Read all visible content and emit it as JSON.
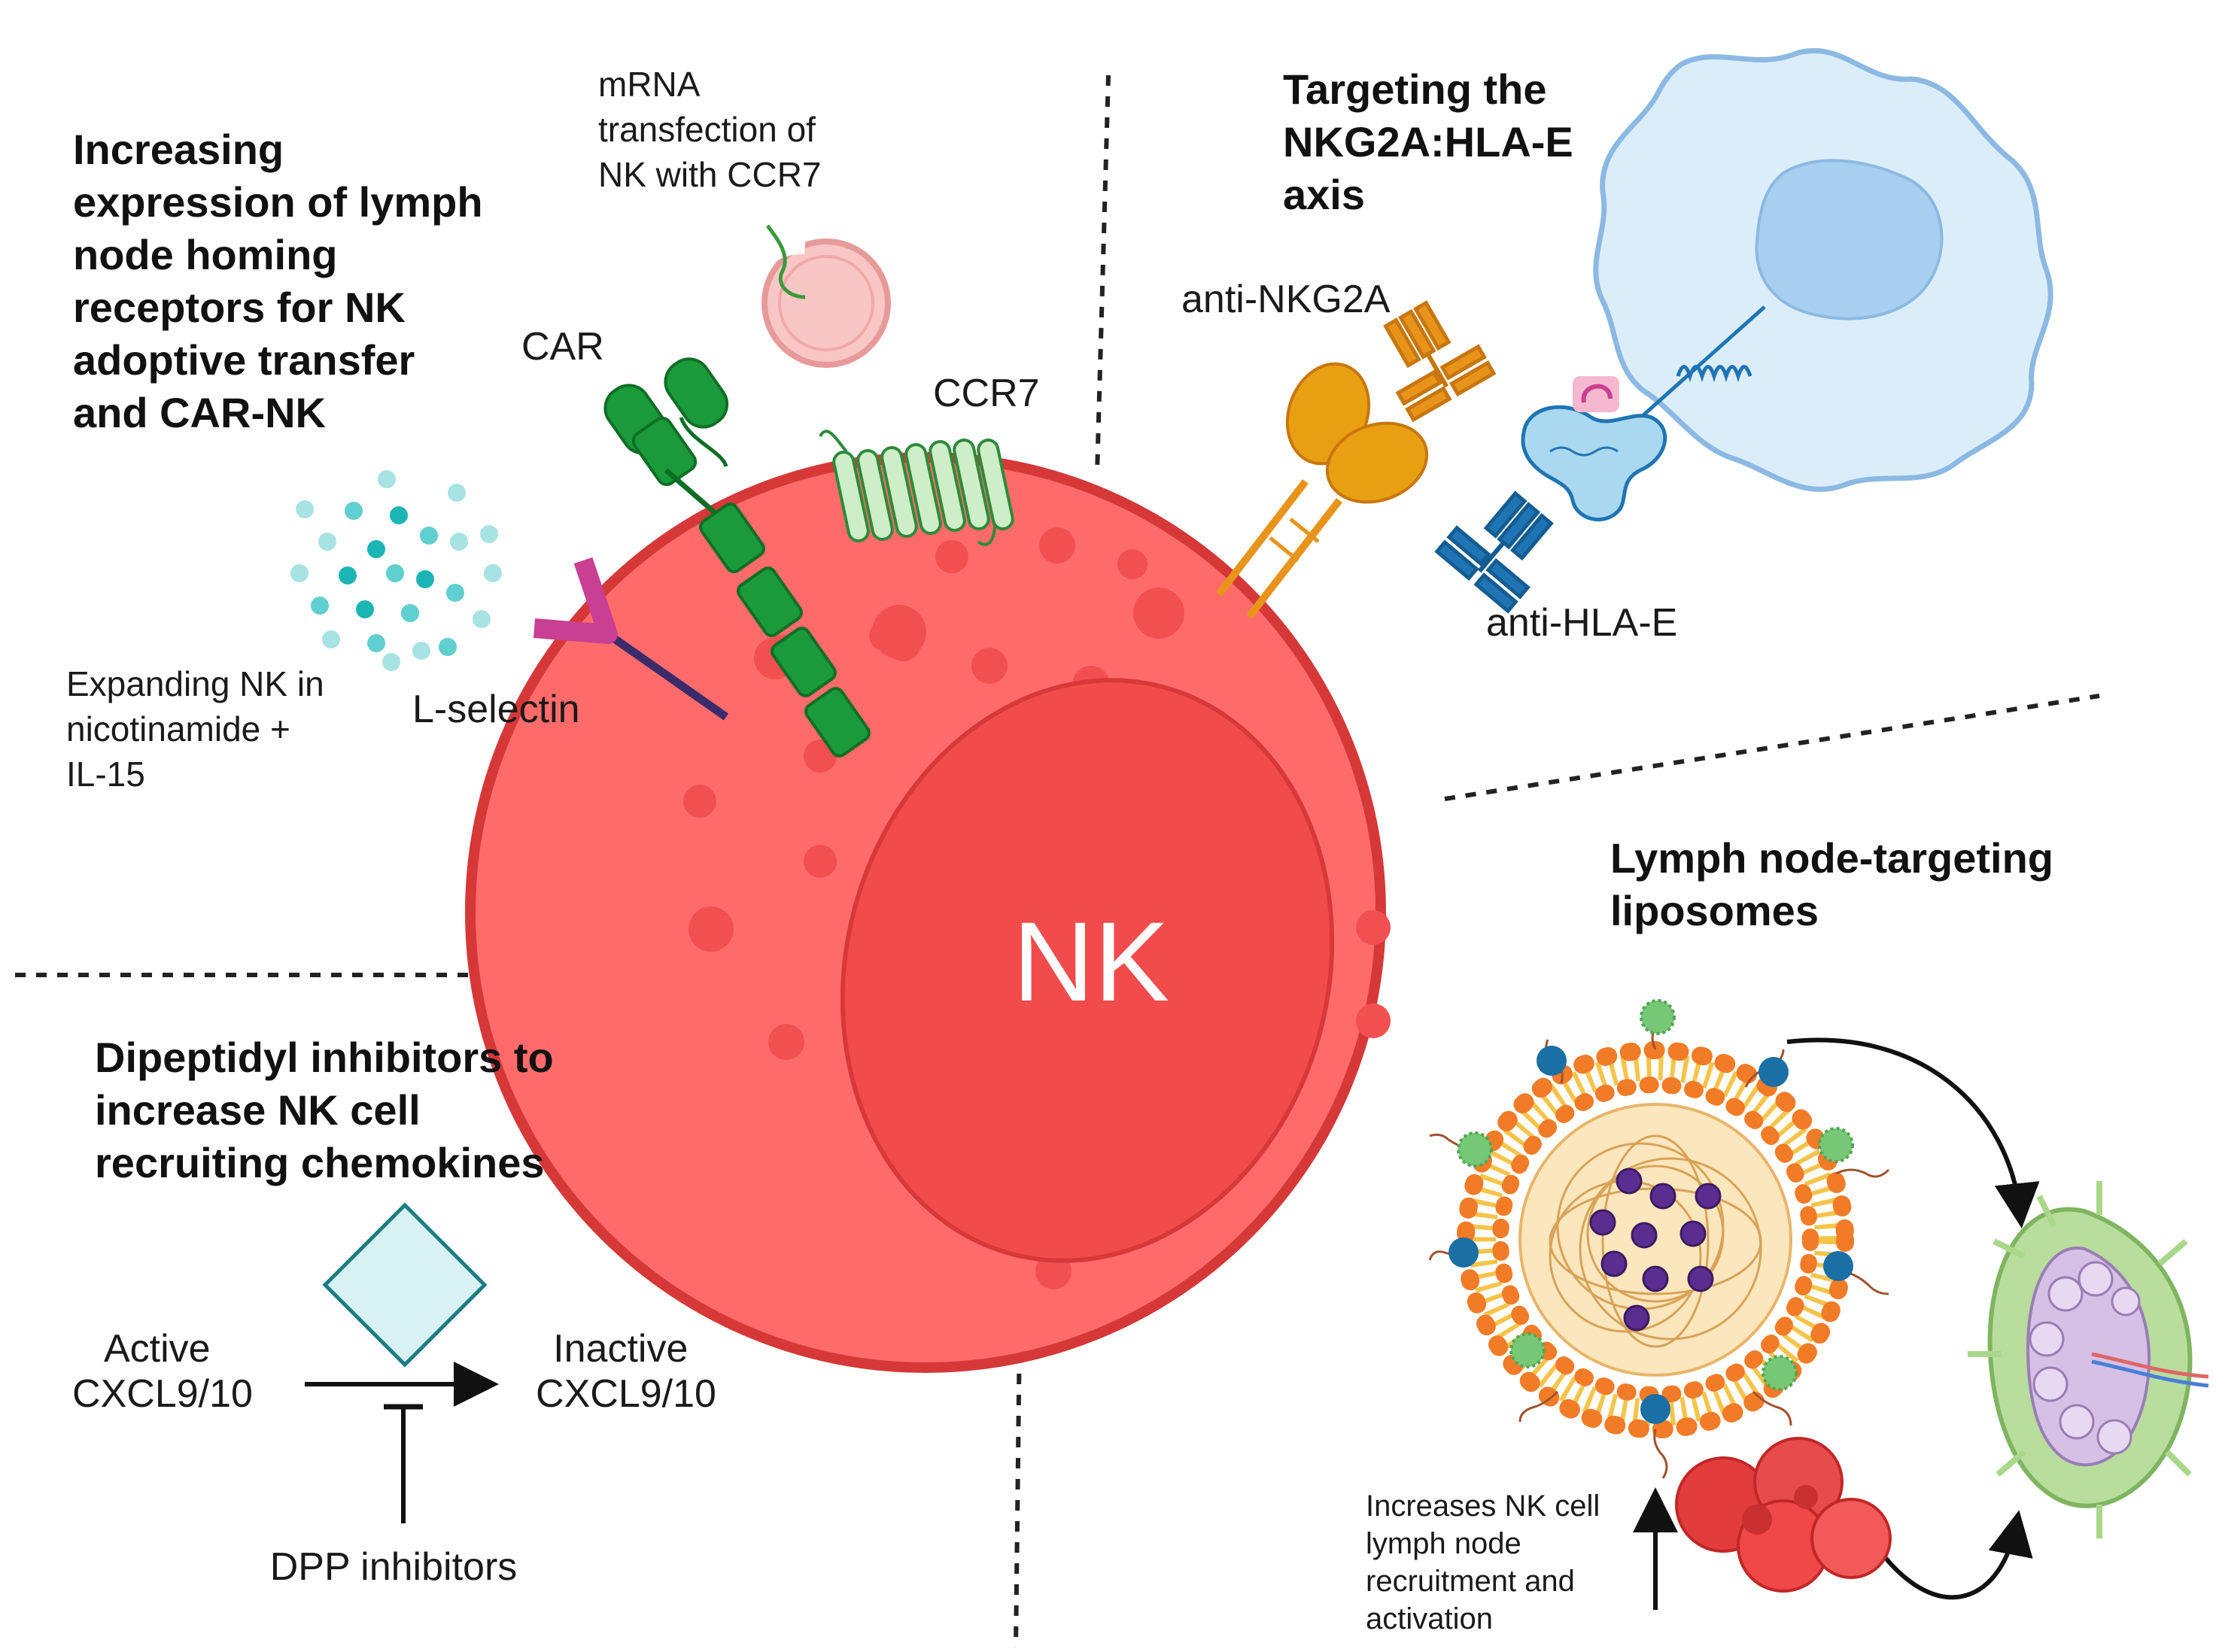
{
  "sections": {
    "homing": {
      "title_lines": [
        "Increasing",
        "expression of lymph",
        "node homing",
        "receptors for NK",
        "adoptive transfer",
        "and CAR-NK"
      ]
    },
    "nkg2a": {
      "title_lines": [
        "Targeting the",
        "NKG2A:HLA-E",
        "axis"
      ]
    },
    "liposomes": {
      "title_lines": [
        "Lymph node-targeting",
        "liposomes"
      ]
    },
    "dpp": {
      "title_lines": [
        "Dipeptidyl inhibitors to",
        "increase NK cell",
        "recruiting chemokines"
      ]
    }
  },
  "labels": {
    "mrna_lines": [
      "mRNA",
      "transfection of",
      "NK with CCR7"
    ],
    "car": "CAR",
    "ccr7": "CCR7",
    "l_selectin": "L-selectin",
    "expanding_lines": [
      "Expanding NK in",
      "nicotinamide +",
      "IL-15"
    ],
    "anti_nkg2a": "anti-NKG2A",
    "anti_hla_e": "anti-HLA-E",
    "nk_cell": "NK",
    "active_lines": [
      "Active",
      "CXCL9/10"
    ],
    "inactive_lines": [
      "Inactive",
      "CXCL9/10"
    ],
    "dpp_inhibitors": "DPP inhibitors",
    "increases_lines": [
      "Increases NK cell",
      "lymph node",
      "recruitment and",
      "activation"
    ]
  },
  "colors": {
    "nk_membrane": "#d63838",
    "nk_cytoplasm": "#ff6b6b",
    "nk_nucleus": "#f24b4b",
    "car_green": "#1a9a3a",
    "ccr7_green": "#b9e6b4",
    "l_selectin_head": "#c83f93",
    "l_selectin_stem": "#3b2b6b",
    "antibody_orange": "#e8941a",
    "antibody_blue": "#1f75b4",
    "target_cell": "#d9ecfa",
    "liposome_orange": "#f27b27",
    "liposome_core": "#f6d9a0",
    "drug_purple": "#5b2d91",
    "ligand_green": "#76c776",
    "ligand_blue": "#1a6fa4",
    "lymph_node": "#a9d88b"
  }
}
